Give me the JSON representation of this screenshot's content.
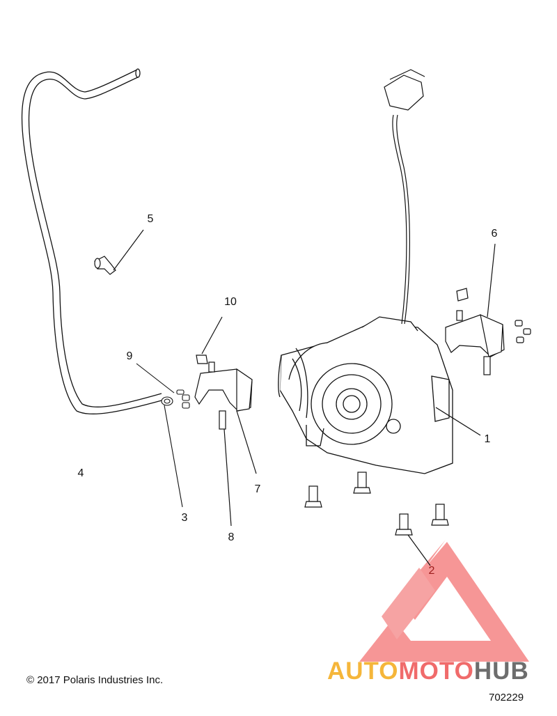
{
  "diagram": {
    "callouts": {
      "c1": "1",
      "c2": "2",
      "c3": "3",
      "c4": "4",
      "c5": "5",
      "c6": "6",
      "c7": "7",
      "c8": "8",
      "c9": "9",
      "c10": "10"
    },
    "copyright": "© 2017 Polaris Industries Inc.",
    "document_number": "702229"
  },
  "watermark": {
    "part1": "AUTO",
    "part2": "MOTO",
    "part3": "HUB",
    "colors": {
      "auto": "#f5b63a",
      "moto": "#f06b6b",
      "hub": "#6d6d6d",
      "triangle": "#f47d7d"
    }
  }
}
